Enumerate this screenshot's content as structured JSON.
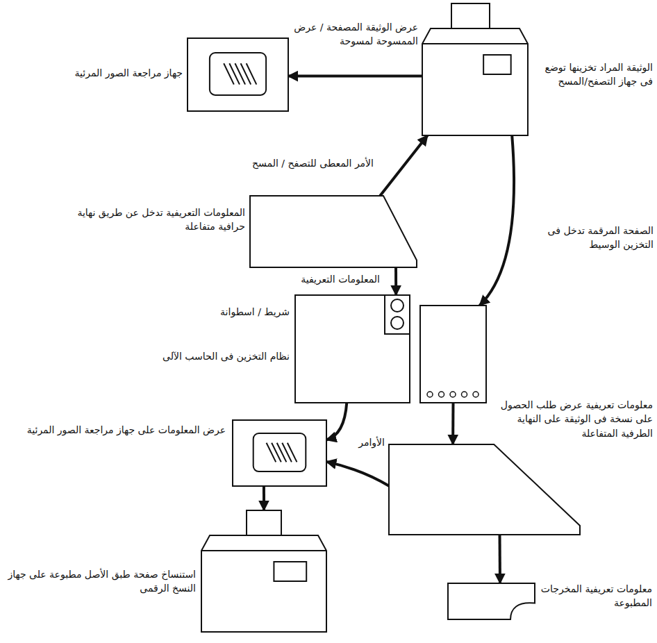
{
  "diagram": {
    "nodes": [
      {
        "text": [
          "الوثيقة المراد تخزينها توضع فى جهاز التصفح/المسح"
        ]
      },
      {
        "text": [
          "جهاز مراجعة الصور المرئية"
        ]
      },
      {
        "text": [
          "المعلومات التعريفية تدخل عن طريق نهاية حرافية متفاعلة"
        ]
      },
      {
        "text": [
          "شريط / اسطوانة",
          "نظام التخزين فى الحاسب الآلى"
        ]
      },
      {
        "text": [
          "الصفحة المرقمة تدخل فى التخزين الوسيط"
        ]
      },
      {
        "text": [
          "عرض المعلومات على جهاز مراجعة الصور المرئية"
        ]
      },
      {
        "text": [
          "معلومات تعريفية عرض طلب الحصول على نسخة فى الوثيقة على النهاية الطرفية المتفاعلة"
        ]
      },
      {
        "text": [
          "استنساخ صفحة طبق الأصل مطبوعة على جهاز النسخ الرقمى"
        ]
      },
      {
        "text": [
          "معلومات تعريفية المخرجات المطبوعة"
        ]
      }
    ],
    "edges": [
      {
        "from": 0,
        "to": 1,
        "arrow": "to",
        "label": "عرض الوثيقة المصفحة / عرض الممسوحة لمسوحة"
      },
      {
        "from": 2,
        "to": 0,
        "arrow": "to",
        "label": "الأمر المعطى للتصفح / المسح"
      },
      {
        "from": 0,
        "to": 4,
        "arrow": "to"
      },
      {
        "from": 2,
        "to": 3,
        "arrow": "to",
        "label": "المعلومات التعريفية"
      },
      {
        "from": 3,
        "to": 5,
        "arrow": "to"
      },
      {
        "from": 4,
        "to": 6,
        "arrow": "to"
      },
      {
        "from": 6,
        "to": 5,
        "arrow": "to",
        "label": "الأوامر"
      },
      {
        "from": 5,
        "to": 7,
        "arrow": "to"
      },
      {
        "from": 6,
        "to": 8,
        "arrow": "to"
      }
    ]
  }
}
